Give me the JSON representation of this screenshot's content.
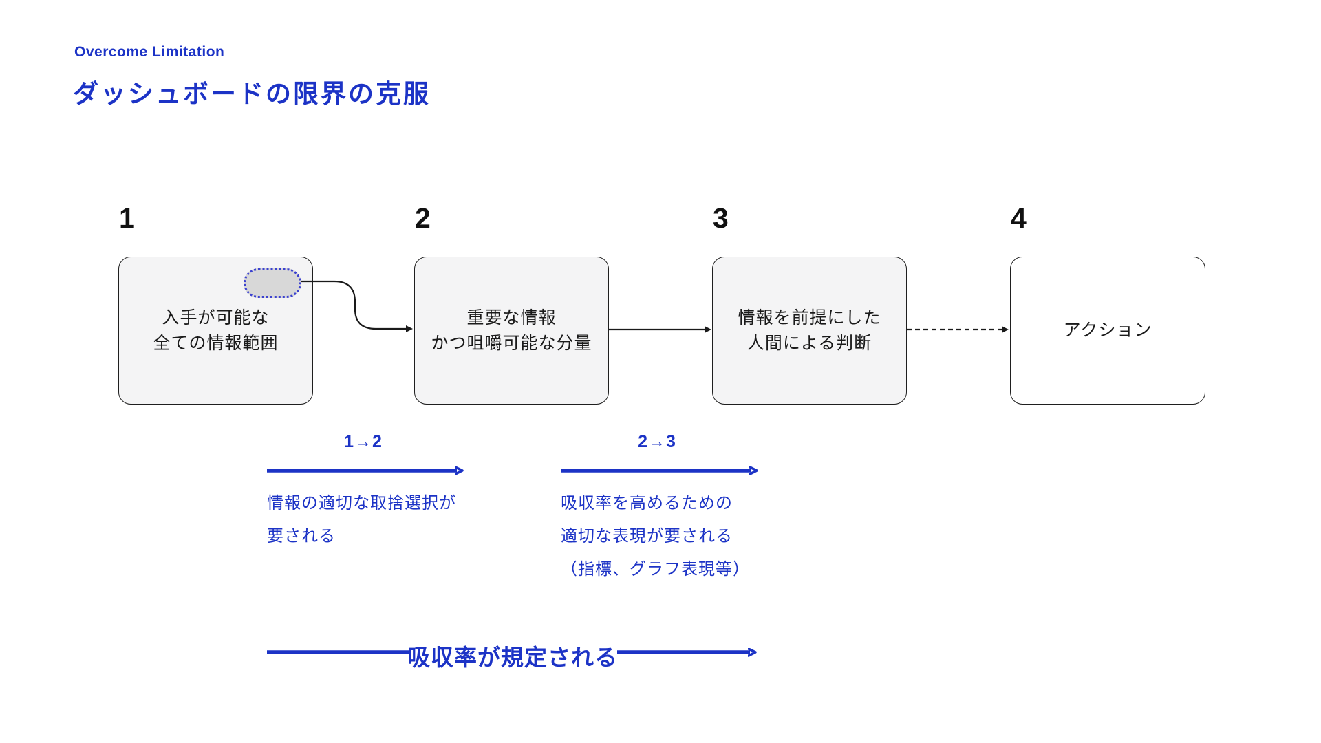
{
  "colors": {
    "accent": "#1c33c6",
    "ink": "#111111",
    "box_border": "#1f1f1f",
    "box_fill": "#f4f4f5",
    "box4_fill": "#ffffff",
    "pill_fill": "#d8d8d8",
    "pill_border": "#3c42cf"
  },
  "header": {
    "eyebrow": "Overcome Limitation",
    "title": "ダッシュボードの限界の克服"
  },
  "steps": [
    {
      "number": "1",
      "lines": [
        "入手が可能な",
        "全ての情報範囲"
      ]
    },
    {
      "number": "2",
      "lines": [
        "重要な情報",
        "かつ咀嚼可能な分量"
      ]
    },
    {
      "number": "3",
      "lines": [
        "情報を前提にした",
        "人間による判断"
      ]
    },
    {
      "number": "4",
      "lines": [
        "アクション"
      ]
    }
  ],
  "transitions": [
    {
      "label": "1→2",
      "lines": [
        "情報の適切な取捨選択が",
        "要される"
      ]
    },
    {
      "label": "2→3",
      "lines": [
        "吸収率を高めるための",
        "適切な表現が要される",
        "（指標、グラフ表現等）"
      ]
    }
  ],
  "footer": {
    "label": "吸収率が規定される"
  }
}
